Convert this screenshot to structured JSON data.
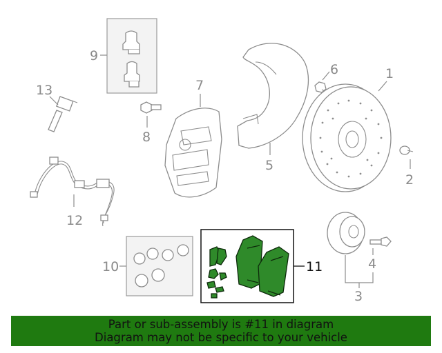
{
  "callouts": [
    "1",
    "2",
    "3",
    "4",
    "5",
    "6",
    "7",
    "8",
    "9",
    "10",
    "11",
    "12",
    "13"
  ],
  "banner": {
    "line1": "Part or sub-assembly is #11 in diagram",
    "line2": "Diagram may not be specific to your vehicle"
  },
  "colors": {
    "highlight": "#2f8a2a",
    "banner_bg": "#1f7a10",
    "part_stroke": "#8c8c8c"
  }
}
